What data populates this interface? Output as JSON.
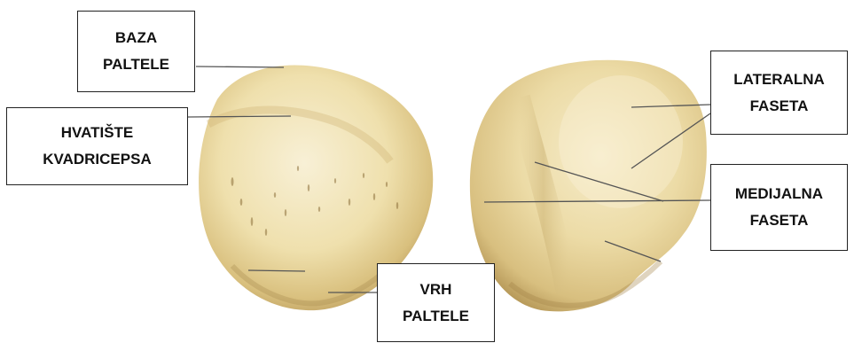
{
  "colors": {
    "bone_light": "#f4e9c7",
    "bone_mid": "#e6d39b",
    "bone_shadow": "#b99a5c",
    "leader_line": "#555555",
    "box_border": "#222222"
  },
  "labels": {
    "baza": {
      "line1": "BAZA",
      "line2": "PALTELE"
    },
    "hvatiste": {
      "line1": "HVATIŠTE",
      "line2": "KVADRICEPSA"
    },
    "vrh": {
      "line1": "VRH",
      "line2": "PALTELE"
    },
    "lateralna": {
      "line1": "LATERALNA",
      "line2": "FASETA"
    },
    "medijalna": {
      "line1": "MEDIJALNA",
      "line2": "FASETA"
    }
  },
  "images": {
    "anterior": "patella-anterior-view",
    "posterior": "patella-posterior-view"
  }
}
